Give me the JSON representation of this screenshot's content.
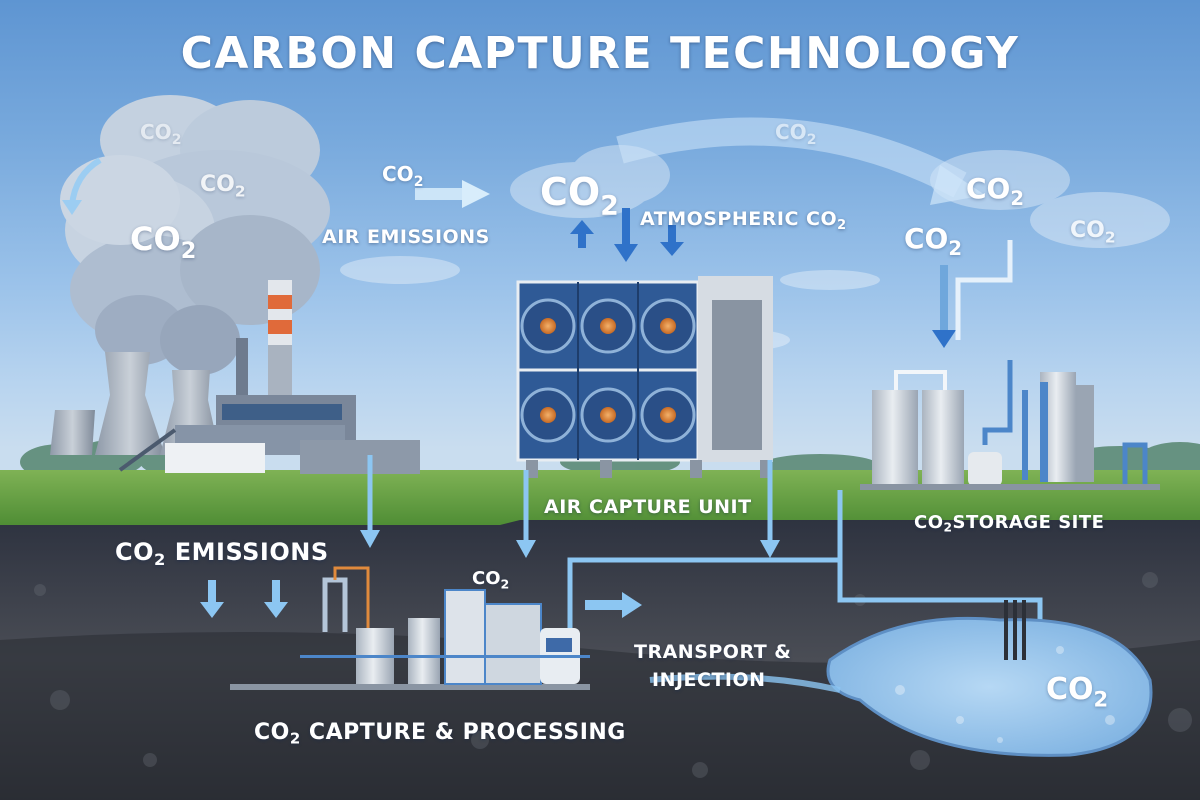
{
  "title": "CARBON CAPTURE TECHNOLOGY",
  "formula": {
    "base": "CO",
    "sub": "2"
  },
  "labels": {
    "air_emissions": "AIR EMISSIONS",
    "atmospheric_co2_prefix": "ATMOSPHERIC CO",
    "atmospheric_co2_sub": "2",
    "air_capture_unit": "AIR CAPTURE UNIT",
    "storage_site_prefix": "CO",
    "storage_site_sub": "2",
    "storage_site_suffix": "STORAGE SITE",
    "emissions_prefix": "CO",
    "emissions_sub": "2",
    "emissions_suffix": " EMISSIONS",
    "transport_line1": "TRANSPORT &",
    "transport_line2": "INJECTION",
    "capture_processing_prefix": "CO",
    "capture_processing_sub": "2",
    "capture_processing_suffix": " CAPTURE & PROCESSING"
  },
  "sections": [
    {
      "id": "power-plant",
      "name": "Power plant with cooling towers and striped smokestack"
    },
    {
      "id": "air-capture-unit",
      "name": "Direct air capture unit with 6 fans"
    },
    {
      "id": "storage-site",
      "name": "CO2 storage site with silos and pipes"
    },
    {
      "id": "capture-processing",
      "name": "Underground CO2 capture & processing facility"
    },
    {
      "id": "reservoir",
      "name": "Underground CO2 reservoir"
    }
  ],
  "colors": {
    "sky_top": "#5e95d2",
    "sky_bottom": "#c9ddef",
    "grass": "#5f9a3c",
    "ground": "#3b3f4a",
    "fan_panel": "#2f5a96",
    "fan_hub": "#e08a3c",
    "flow_arrow": "#8cc6f2",
    "reservoir": "#9cc7ec",
    "stack_stripe": "#e06a3a"
  }
}
